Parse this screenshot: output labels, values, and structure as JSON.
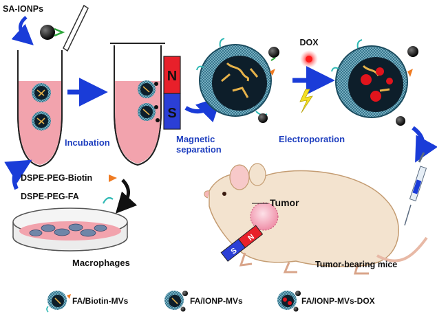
{
  "labels": {
    "sa_ionps": "SA-IONPs",
    "incubation": "Incubation",
    "magnet_north": "N",
    "magnet_south": "S",
    "magnetic_separation_1": "Magnetic",
    "magnetic_separation_2": "separation",
    "dox": "DOX",
    "electroporation": "Electroporation",
    "dspe_peg_biotin": "DSPE-PEG-Biotin",
    "dspe_peg_fa": "DSPE-PEG-FA",
    "macrophages": "Macrophages",
    "tumor": "Tumor",
    "tumor_bearing_mice": "Tumor-bearing mice",
    "bar_magnet_south": "S",
    "bar_magnet_north": "N"
  },
  "legend": [
    {
      "label": "FA/Biotin-MVs"
    },
    {
      "label": "FA/IONP-MVs"
    },
    {
      "label": "FA/IONP-MVs-DOX"
    }
  ],
  "colors": {
    "label_blue": "#1f3fbf",
    "arrow_blue": "#1a3cd8",
    "tube_fluid": "#f2a3ad",
    "magnet_red": "#e8202a",
    "magnet_blue": "#2b3fd6",
    "vesicle_shell": "#2f6f87",
    "vesicle_core": "#0d1e2a",
    "biotin_orange": "#ef7b22",
    "fa_teal": "#2fb9b4",
    "dox_red": "#e0141c",
    "mouse_skin": "#f3e3cf",
    "tumor_pink": "#f7b6c4"
  }
}
